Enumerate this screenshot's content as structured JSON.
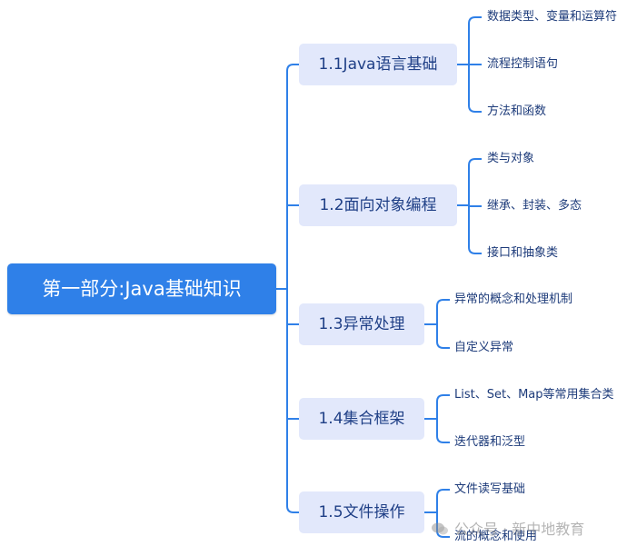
{
  "root": {
    "label": "第一部分:Java基础知识"
  },
  "topics": [
    {
      "label": "1.1Java语言基础",
      "items": [
        "数据类型、变量和运算符",
        "流程控制语句",
        "方法和函数"
      ]
    },
    {
      "label": "1.2面向对象编程",
      "items": [
        "类与对象",
        "继承、封装、多态",
        "接口和抽象类"
      ]
    },
    {
      "label": "1.3异常处理",
      "items": [
        "异常的概念和处理机制",
        "自定义异常"
      ]
    },
    {
      "label": "1.4集合框架",
      "items": [
        "List、Set、Map等常用集合类",
        "迭代器和泛型"
      ]
    },
    {
      "label": "1.5文件操作",
      "items": [
        "文件读写基础",
        "流的概念和使用"
      ]
    }
  ],
  "watermark": {
    "text": "公众号 · 新中地教育",
    "icon": "wechat-icon"
  },
  "colors": {
    "root": "#2f80e8",
    "topic_bg": "#e2e8fb",
    "topic_text": "#1f3f86",
    "connector": "#2f80e8",
    "sub_text": "#1d3b7a"
  }
}
